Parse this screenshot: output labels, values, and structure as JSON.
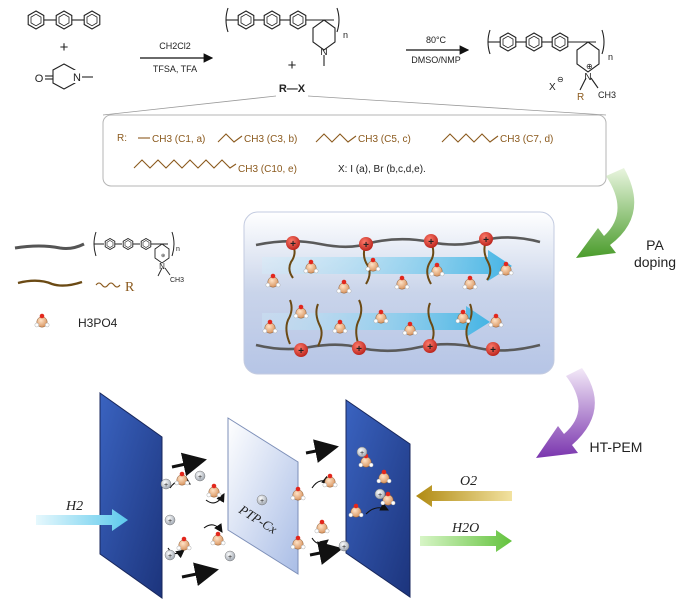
{
  "reaction": {
    "plus_1": "+",
    "plus_2": "+",
    "ketone_atom_o": "O",
    "ketone_atom_n": "N",
    "solvent": "CH2Cl2",
    "acid": "TFSA, TFA",
    "polymer_n": "n",
    "polymer_atom_n": "N",
    "alkyl_halide": "R—X",
    "temperature": "80°C",
    "medium": "DMSO/NMP",
    "product_n": "n",
    "product_anion": "X",
    "product_charge": "⊖",
    "product_cation": "⊕",
    "product_atom_n": "N",
    "product_r": "R",
    "product_methyl": "CH3"
  },
  "substituents": {
    "prefix": "R:",
    "items": [
      {
        "label": "CH3 (C1, a)"
      },
      {
        "label": "CH3 (C3, b)"
      },
      {
        "label": "CH3 (C5, c)"
      },
      {
        "label": "CH3 (C7, d)"
      },
      {
        "label": "CH3 (C10, e)"
      }
    ],
    "halides": "X: I (a), Br (b,c,d,e)."
  },
  "legend": {
    "backbone_n": "n",
    "backbone_atom_n": "N",
    "backbone_charge": "⊕",
    "backbone_methyl": "CH3",
    "side_chain": "R",
    "acid": "H3PO4"
  },
  "membrane": {
    "charge_symbol": "+"
  },
  "steps": {
    "doping_line1": "PA",
    "doping_line2": "doping",
    "application": "HT-PEM"
  },
  "cell": {
    "fuel": "H2",
    "membrane_label": "PTP-Cx",
    "oxidant": "O2",
    "product": "H2O",
    "proton_symbol": "+"
  },
  "colors": {
    "alkyl_chain": "#8B5A1E",
    "membrane_bg": "#c9d4ea",
    "proton_flow": "#6fc7e9",
    "doping_arrow": "#5fae3a",
    "hotpem_arrow": "#8e4fbf",
    "electrode": "#2c4ea6",
    "o2_arrow": "#c9a020",
    "h2o_arrow": "#7ed15a"
  }
}
